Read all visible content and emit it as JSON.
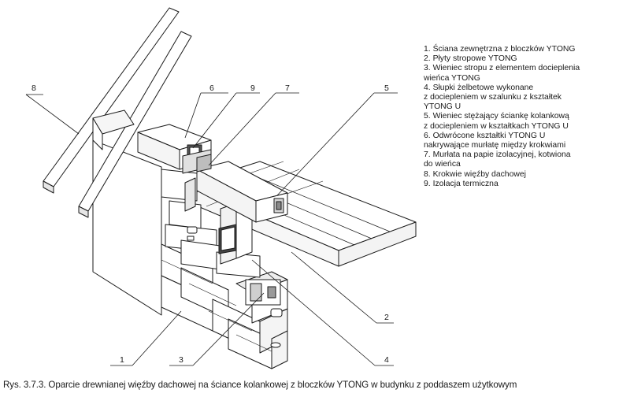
{
  "legend": [
    {
      "num": "1.",
      "text": "Ściana zewnętrzna z bloczków YTONG"
    },
    {
      "num": "2.",
      "text": "Płyty stropowe YTONG"
    },
    {
      "num": "3.",
      "text": "Wieniec stropu z elementem docieplenia\nwieńca YTONG"
    },
    {
      "num": "4.",
      "text": "Słupki żelbetowe wykonane\nz dociepleniem w szalunku z kształtek\nYTONG U"
    },
    {
      "num": "5.",
      "text": "Wieniec stężający ściankę kolankową\nz dociepleniem w kształtkach YTONG U"
    },
    {
      "num": "6.",
      "text": "Odwrócone kształtki YTONG U\nnakrywające murłatę między krokwiami"
    },
    {
      "num": "7.",
      "text": "Murłata na papie izolacyjnej, kotwiona\ndo wieńca"
    },
    {
      "num": "8.",
      "text": "Krokwie więźby dachowej"
    },
    {
      "num": "9.",
      "text": "Izolacja termiczna"
    }
  ],
  "callouts": {
    "c1": "1",
    "c2": "2",
    "c3": "3",
    "c4": "4",
    "c5": "5",
    "c6": "6",
    "c7": "7",
    "c8": "8",
    "c9": "9"
  },
  "caption": "Rys. 3.7.3. Oparcie drewnianej więźby dachowej na ściance kolankowej z bloczków YTONG w budynku z poddaszem użytkowym"
}
